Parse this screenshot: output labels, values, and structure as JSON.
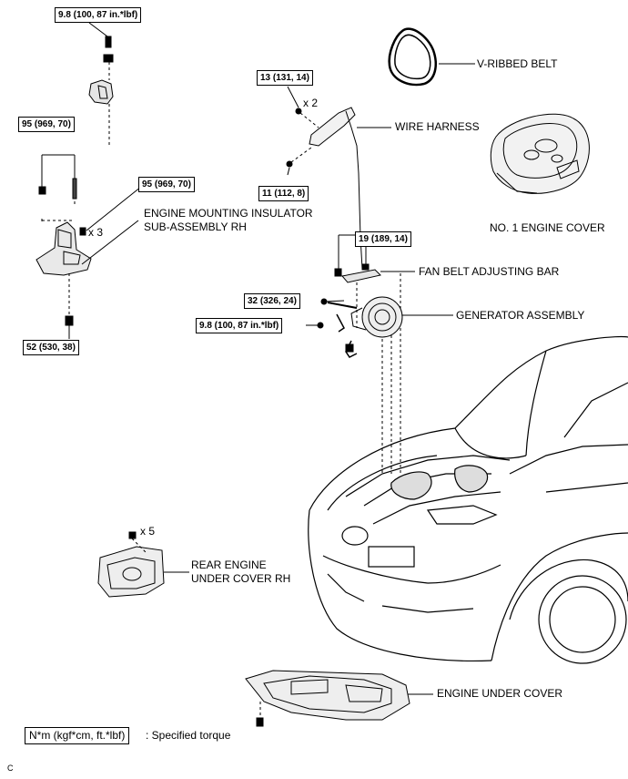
{
  "torque_specs": {
    "t1": "9.8 (100, 87 in.*lbf)",
    "t2": "13 (131, 14)",
    "t3": "95 (969, 70)",
    "t4": "95 (969, 70)",
    "t5": "11 (112, 8)",
    "t6": "19 (189, 14)",
    "t7": "32 (326, 24)",
    "t8": "9.8 (100, 87 in.*lbf)",
    "t9": "52 (530, 38)"
  },
  "multipliers": {
    "wire_harness_bolts": "x 2",
    "mount_nuts": "x 3",
    "under_cover_rh": "x 5"
  },
  "parts": {
    "v_ribbed_belt": "V-RIBBED BELT",
    "wire_harness": "WIRE HARNESS",
    "no1_engine_cover": "NO. 1 ENGINE COVER",
    "engine_mounting_line1": "ENGINE MOUNTING INSULATOR",
    "engine_mounting_line2": "SUB-ASSEMBLY RH",
    "fan_belt_adjusting_bar": "FAN BELT ADJUSTING BAR",
    "generator_assembly": "GENERATOR ASSEMBLY",
    "rear_under_cover_line1": "REAR ENGINE",
    "rear_under_cover_line2": "UNDER COVER RH",
    "engine_under_cover": "ENGINE UNDER COVER"
  },
  "legend": {
    "box": "N*m (kgf*cm, ft.*lbf)",
    "text": ": Specified torque"
  },
  "figure_id": "C"
}
